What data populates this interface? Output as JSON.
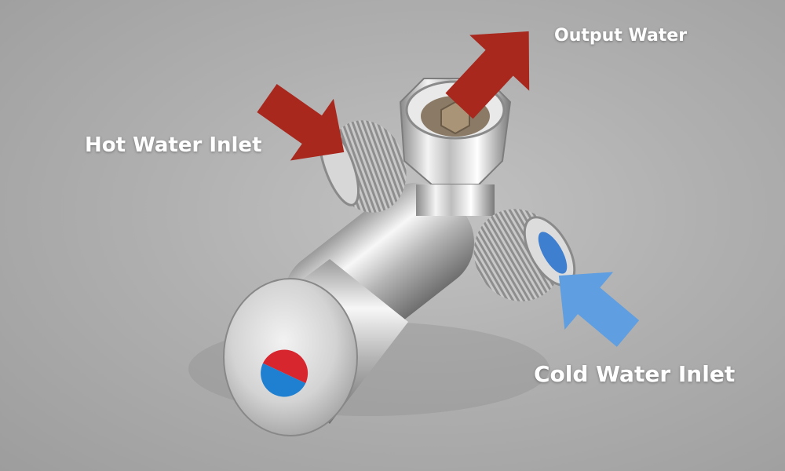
{
  "labels": {
    "hot_inlet": "Hot Water Inlet",
    "output": "Output Water",
    "cold_inlet": "Cold Water Inlet"
  },
  "colors": {
    "hot_arrow": "#a8281e",
    "cold_arrow": "#5f9ee0",
    "background": "#b3b3b3",
    "chrome": "#d9d9d9"
  },
  "icons": {
    "hot_arrow": "arrow-down-right-icon",
    "output_arrow": "arrow-up-right-icon",
    "cold_arrow": "arrow-up-left-icon",
    "knob_marker": "hot-cold-indicator-icon"
  }
}
